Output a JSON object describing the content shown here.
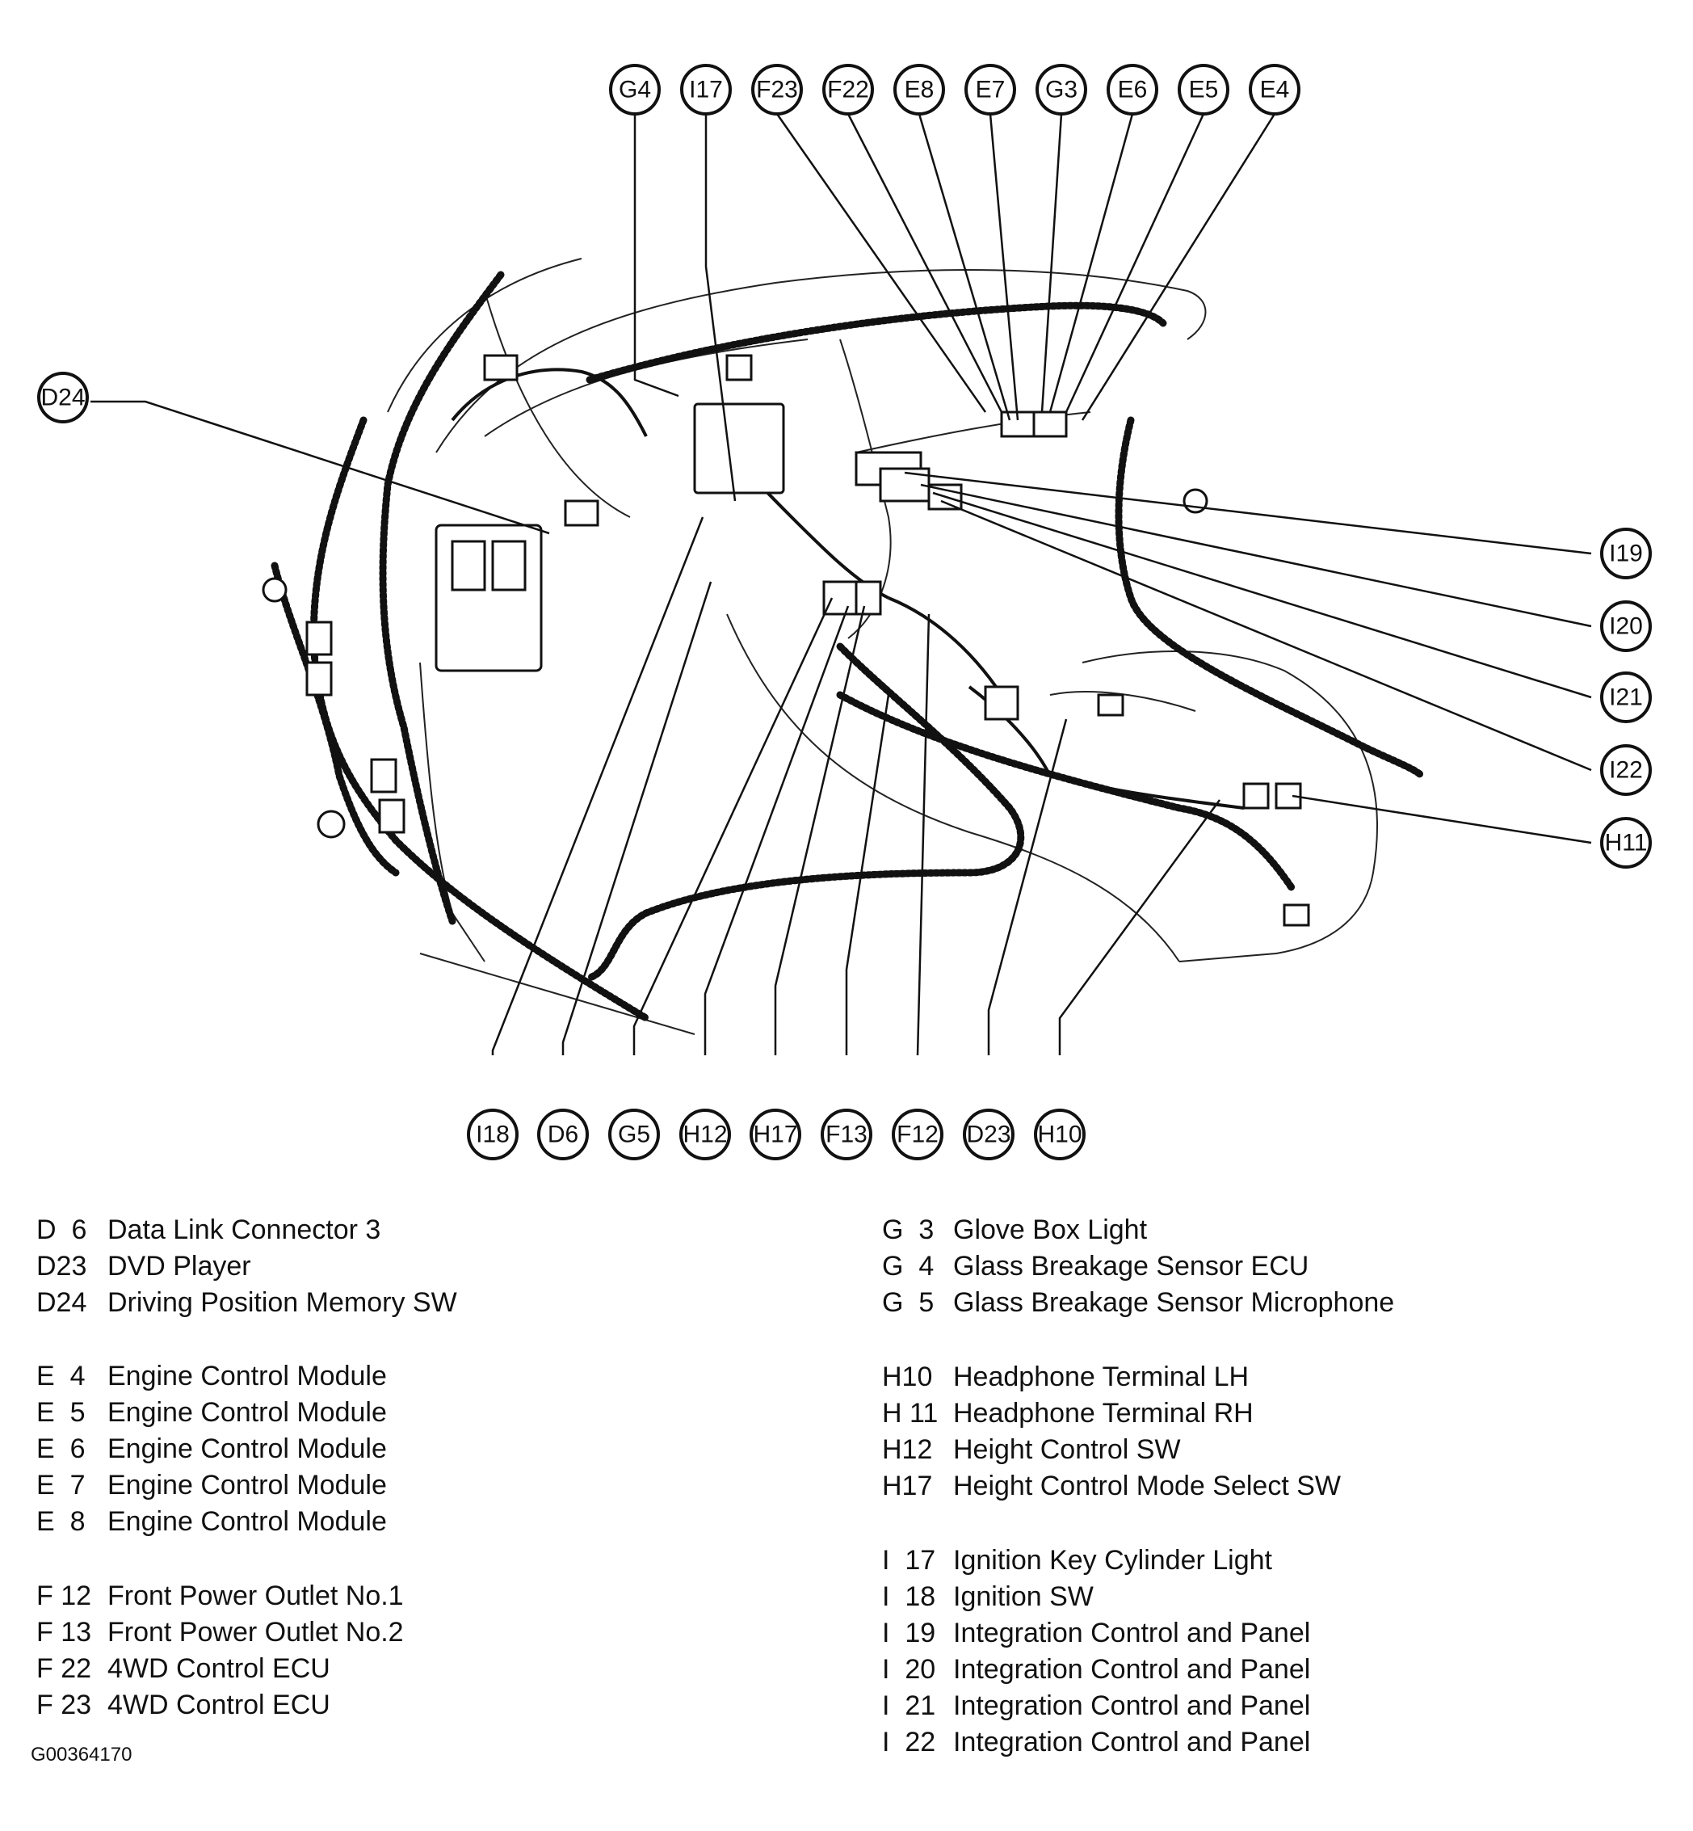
{
  "callouts": {
    "top": [
      "G4",
      "I17",
      "F23",
      "F22",
      "E8",
      "E7",
      "G3",
      "E6",
      "E5",
      "E4"
    ],
    "bottom": [
      "I18",
      "D6",
      "G5",
      "H12",
      "H17",
      "F13",
      "F12",
      "D23",
      "H10"
    ],
    "right": [
      "I19",
      "I20",
      "I21",
      "I22",
      "H11"
    ],
    "left": [
      "D24"
    ]
  },
  "legend_left": [
    {
      "code": "D  6",
      "label": "Data Link Connector 3"
    },
    {
      "code": "D23",
      "label": "DVD Player"
    },
    {
      "code": "D24",
      "label": "Driving Position Memory SW"
    },
    {
      "code": "",
      "label": ""
    },
    {
      "code": "E  4",
      "label": "Engine Control Module"
    },
    {
      "code": "E  5",
      "label": "Engine Control Module"
    },
    {
      "code": "E  6",
      "label": "Engine Control Module"
    },
    {
      "code": "E  7",
      "label": "Engine Control Module"
    },
    {
      "code": "E  8",
      "label": "Engine Control Module"
    },
    {
      "code": "",
      "label": ""
    },
    {
      "code": "F 12",
      "label": "Front Power Outlet No.1"
    },
    {
      "code": "F 13",
      "label": "Front Power Outlet No.2"
    },
    {
      "code": "F 22",
      "label": "4WD Control ECU"
    },
    {
      "code": "F 23",
      "label": "4WD Control ECU"
    }
  ],
  "legend_right": [
    {
      "code": "G  3",
      "label": "Glove Box Light"
    },
    {
      "code": "G  4",
      "label": "Glass Breakage Sensor ECU"
    },
    {
      "code": "G  5",
      "label": "Glass Breakage Sensor Microphone"
    },
    {
      "code": "",
      "label": ""
    },
    {
      "code": "H10",
      "label": "Headphone Terminal LH"
    },
    {
      "code": "H 11",
      "label": "Headphone Terminal RH"
    },
    {
      "code": "H12",
      "label": "Height Control SW"
    },
    {
      "code": "H17",
      "label": "Height Control Mode Select SW"
    },
    {
      "code": "",
      "label": ""
    },
    {
      "code": "I  17",
      "label": "Ignition Key Cylinder Light"
    },
    {
      "code": "I  18",
      "label": "Ignition SW"
    },
    {
      "code": "I  19",
      "label": "Integration Control and Panel"
    },
    {
      "code": "I  20",
      "label": "Integration Control and Panel"
    },
    {
      "code": "I  21",
      "label": "Integration Control and Panel"
    },
    {
      "code": "I  22",
      "label": "Integration Control and Panel"
    }
  ],
  "figure_id": "G00364170"
}
